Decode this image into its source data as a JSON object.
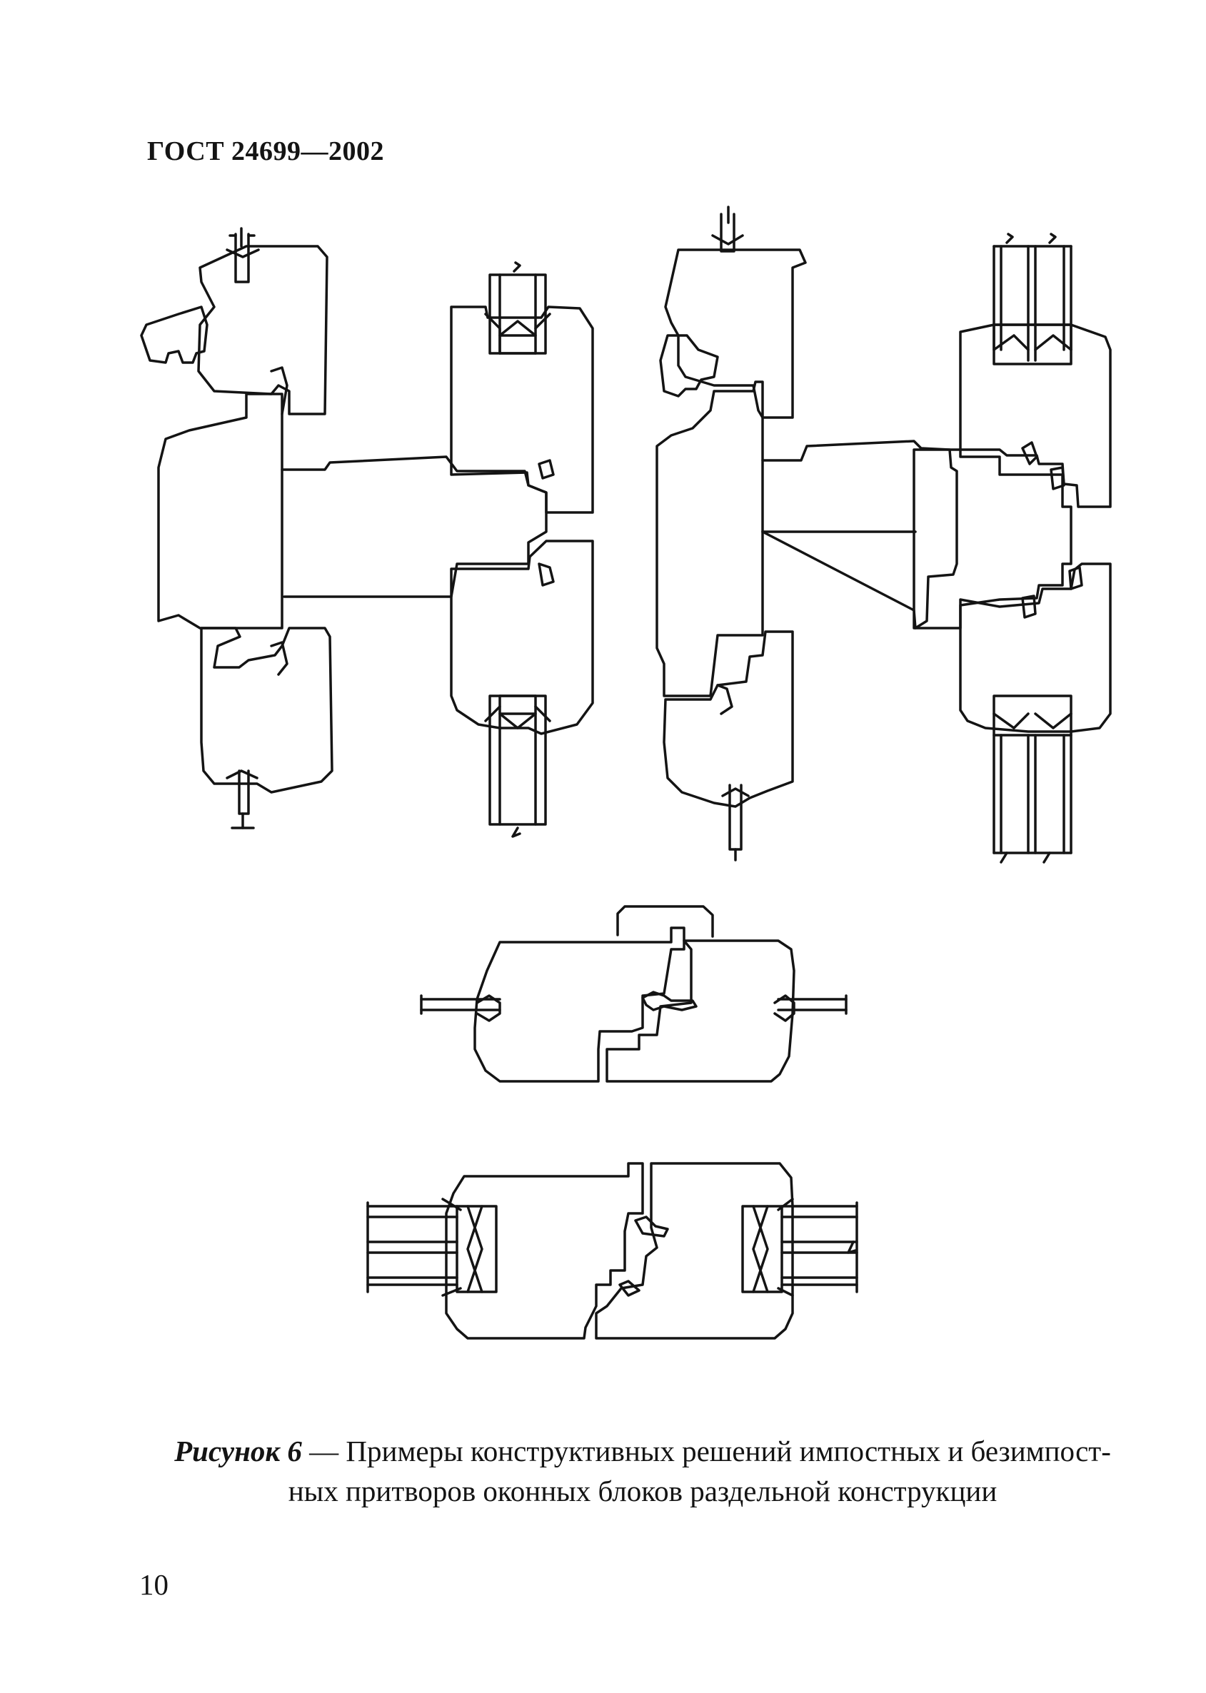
{
  "document": {
    "header": "ГОСТ 24699—2002",
    "figure": {
      "label": "Рисунок 6",
      "dash": " — ",
      "caption_line1": "Примеры конструктивных решений импостных и безимпост-",
      "caption_line2": "ных притворов оконных блоков раздельной конструкции"
    },
    "page_number": "10"
  },
  "colors": {
    "ink": "#141414",
    "paper": "#ffffff"
  }
}
